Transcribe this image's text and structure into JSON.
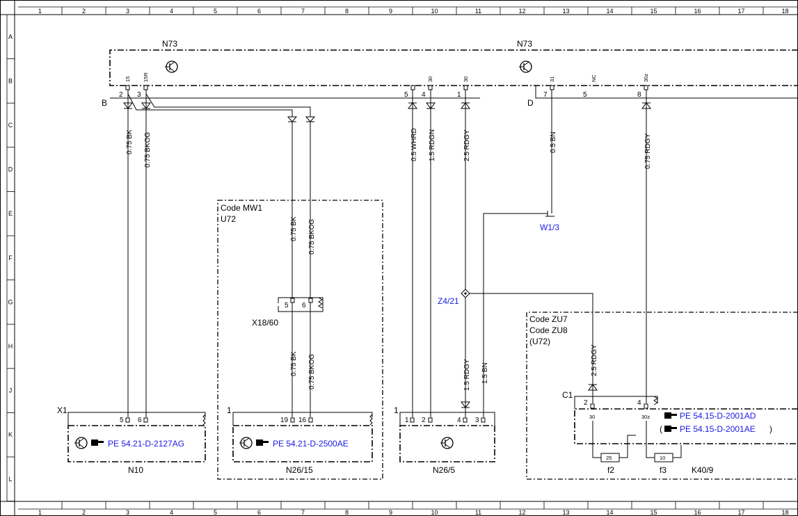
{
  "grid": {
    "cols": [
      "1",
      "2",
      "3",
      "4",
      "5",
      "6",
      "7",
      "8",
      "9",
      "10",
      "11",
      "12",
      "13",
      "14",
      "15",
      "16",
      "17",
      "18"
    ],
    "rows": [
      "A",
      "B",
      "C",
      "D",
      "E",
      "F",
      "G",
      "H",
      "J",
      "K",
      "L"
    ]
  },
  "n73": {
    "label_left": "N73",
    "label_right": "N73",
    "conn_b": "B",
    "conn_d": "D"
  },
  "n73_pins": [
    {
      "num": "2",
      "name": "15"
    },
    {
      "num": "3",
      "name": "15R"
    },
    {
      "num": "5",
      "name": ""
    },
    {
      "num": "4",
      "name": "30"
    },
    {
      "num": "1",
      "name": "30"
    },
    {
      "num": "7",
      "name": "31"
    },
    {
      "num": "5",
      "name": "NC"
    },
    {
      "num": "8",
      "name": "30z"
    }
  ],
  "wires": {
    "w1": "0.75 BK",
    "w2": "0.75 BKOG",
    "w3": "0.75 BK",
    "w4": "0.75 BKOG",
    "w5": "0.75 BK",
    "w6": "0.75 BKOG",
    "w7": "0.5 WHRD",
    "w8": "1.5 RDGN",
    "w9": "2.5 RDGY",
    "w10": "1.5 RDGY",
    "w11": "1.5 BN",
    "w12": "0.5 BN",
    "w13": "0.75 RDGY",
    "w14": "2.5 RDGY"
  },
  "mw1": {
    "code": "Code MW1",
    "sub": "U72"
  },
  "x18": {
    "label": "X18/60",
    "pin_a": "5",
    "pin_b": "6"
  },
  "w13_ground": "W1/3",
  "z4": "Z4/21",
  "zu": {
    "code1": "Code ZU7",
    "code2": "Code ZU8",
    "sub": "(U72)"
  },
  "n10": {
    "conn": "X1",
    "pin_a": "5",
    "pin_b": "6",
    "ref": "PE 54.21-D-2127AG",
    "label": "N10"
  },
  "n26_15": {
    "conn": "1",
    "pin_a": "19",
    "pin_b": "16",
    "ref": "PE 54.21-D-2500AE",
    "label": "N26/15"
  },
  "n26_5": {
    "conn": "1",
    "pins": [
      "1",
      "2",
      "4",
      "3"
    ],
    "label": "N26/5"
  },
  "k40": {
    "conn": "C1",
    "pin_a": "2",
    "pin_b": "4",
    "term_a": "30",
    "term_b": "30z",
    "ref1": "PE 54.15-D-2001AD",
    "ref2": "PE 54.15-D-2001AE",
    "paren_open": "(",
    "paren_close": ")",
    "fuse1": "25",
    "fuse2": "10",
    "fuse1_label": "f2",
    "fuse2_label": "f3",
    "label": "K40/9"
  }
}
